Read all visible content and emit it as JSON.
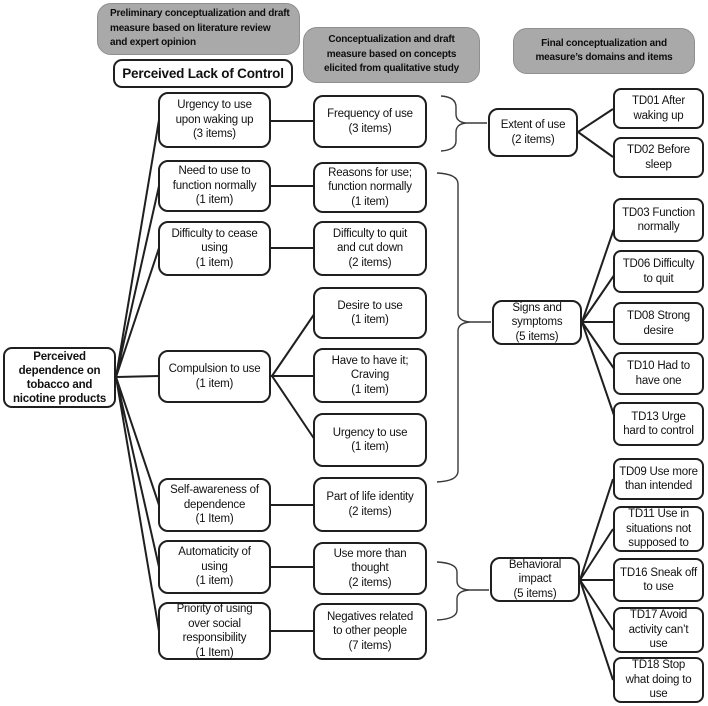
{
  "diagram": {
    "colors": {
      "stage_fill": "#a9a9a9",
      "box_fill": "#ffffff",
      "box_border": "#1f1f1f",
      "line": "#1f1f1f",
      "brace": "#3a3a3a"
    },
    "stages": {
      "s1": "Preliminary conceptualization and draft\nmeasure based on literature review\nand expert opinion",
      "s2": "Conceptualization and draft\nmeasure based on concepts\nelicited from qualitative study",
      "s3": "Final conceptualization and\nmeasure’s domains and items"
    },
    "root": "Perceived\ndependence on\ntobacco and\nnicotine products",
    "construct": "Perceived Lack of Control",
    "concepts": [
      "Urgency to use\nupon waking up\n(3 items)",
      "Need to use to\nfunction normally\n(1 item)",
      "Difficulty to cease\nusing\n(1 item)",
      "Compulsion to use\n(1 item)",
      "Self-awareness of\ndependence\n(1 Item)",
      "Automaticity of\nusing\n(1 item)",
      "Priority of using\nover social\nresponsibility\n(1 Item)"
    ],
    "draft": [
      "Frequency of use\n(3 items)",
      "Reasons for use;\nfunction normally\n(1 item)",
      "Difficulty to quit\nand cut down\n(2 items)",
      "Desire to use\n(1 item)",
      "Have to have it;\nCraving\n(1 item)",
      "Urgency to use\n(1 item)",
      "Part of life identity\n(2 items)",
      "Use more than\nthought\n(2 items)",
      "Negatives related\nto other people\n(7 items)"
    ],
    "domains": [
      "Extent of use\n(2 items)",
      "Signs and\nsymptoms\n(5 items)",
      "Behavioral\nimpact\n(5 items)"
    ],
    "items": [
      "TD01 After\nwaking up",
      "TD02 Before\nsleep",
      "TD03 Function\nnormally",
      "TD06 Difficulty\nto quit",
      "TD08 Strong\ndesire",
      "TD10 Had to\nhave one",
      "TD13 Urge\nhard to control",
      "TD09 Use more\nthan intended",
      "TD11 Use in\nsituations not\nsupposed to",
      "TD16 Sneak off\nto use",
      "TD17 Avoid\nactivity can’t\nuse",
      "TD18 Stop\nwhat doing to\nuse"
    ],
    "mapping": {
      "root_to_concepts": [
        0,
        1,
        2,
        3,
        4,
        5,
        6
      ],
      "concept_to_draft": [
        [
          0,
          [
            0
          ]
        ],
        [
          1,
          [
            1
          ]
        ],
        [
          2,
          [
            2
          ]
        ],
        [
          3,
          [
            3,
            4,
            5
          ]
        ],
        [
          4,
          [
            6
          ]
        ],
        [
          5,
          [
            7
          ]
        ],
        [
          6,
          [
            8
          ]
        ]
      ],
      "draft_to_domain_braces": [
        [
          [
            0
          ],
          0
        ],
        [
          [
            1,
            2,
            3,
            4,
            5
          ],
          1
        ],
        [
          [
            7,
            8
          ],
          2
        ]
      ],
      "domain_to_items": [
        [
          0,
          [
            0,
            1
          ]
        ],
        [
          1,
          [
            2,
            3,
            4,
            5,
            6
          ]
        ],
        [
          2,
          [
            7,
            8,
            9,
            10,
            11
          ]
        ]
      ]
    }
  }
}
